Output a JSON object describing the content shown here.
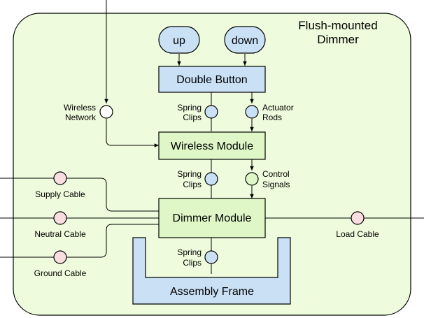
{
  "container": {
    "title_line1": "Flush-mounted",
    "title_line2": "Dimmer",
    "fill": "#eefbdc"
  },
  "colors": {
    "blue_fill": "#c9e0f5",
    "green_fill": "#dff7c6",
    "green_port": "#dff7c6",
    "pink_port": "#f9dde1",
    "white_port": "#ffffff",
    "stroke": "#000000"
  },
  "buttons": {
    "up": "up",
    "down": "down"
  },
  "blocks": {
    "double_button": "Double Button",
    "wireless_module": "Wireless Module",
    "dimmer_module": "Dimmer Module",
    "assembly_frame": "Assembly Frame"
  },
  "ports": {
    "wireless_network": [
      "Wireless",
      "Network"
    ],
    "spring_clips_1": [
      "Spring",
      "Clips"
    ],
    "actuator_rods": [
      "Actuator",
      "Rods"
    ],
    "spring_clips_2": [
      "Spring",
      "Clips"
    ],
    "control_signals": [
      "Control",
      "Signals"
    ],
    "spring_clips_3": [
      "Spring",
      "Clips"
    ],
    "supply_cable": "Supply Cable",
    "neutral_cable": "Neutral Cable",
    "ground_cable": "Ground Cable",
    "load_cable": "Load Cable"
  }
}
